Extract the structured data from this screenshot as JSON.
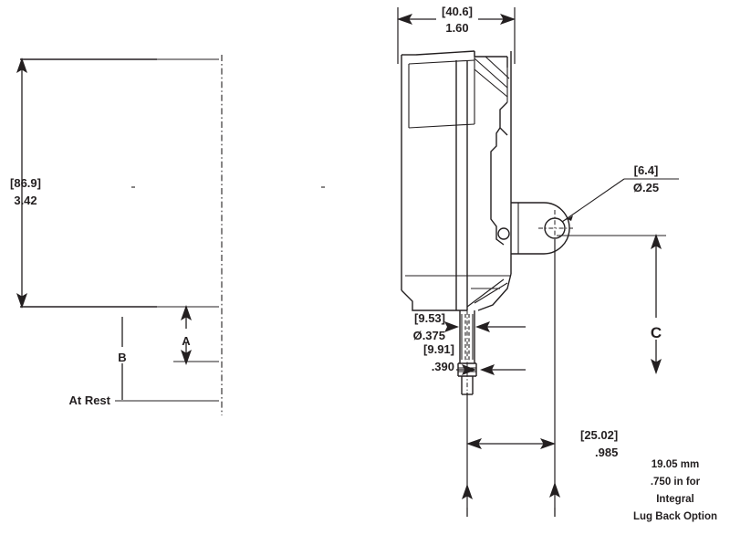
{
  "drawing": {
    "title": "Valve Assembly Dimensional Drawing",
    "line_color": "#231f20",
    "background": "#ffffff",
    "views": {
      "left": {
        "name": "front-elevation-view",
        "labels": {
          "overall_height_metric": "[86.9]",
          "overall_height_imperial": "3.42",
          "dim_b": "B",
          "dim_a": "A",
          "at_rest": "At Rest"
        }
      },
      "right": {
        "name": "side-section-view",
        "labels": {
          "width_metric": "[40.6]",
          "width_imperial": "1.60",
          "lug_hole_metric": "[6.4]",
          "lug_hole_imperial": "Ø.25",
          "outlet_metric": "[9.53]",
          "outlet_imperial": "Ø.375",
          "thread_metric": "[9.91]",
          "thread_imperial": ".390",
          "offset_metric": "[25.02]",
          "offset_imperial": ".985",
          "dim_c": "C"
        }
      }
    },
    "note": {
      "line1": "19.05 mm",
      "line2": ".750 in for",
      "line3": "Integral",
      "line4": "Lug Back Option"
    }
  }
}
